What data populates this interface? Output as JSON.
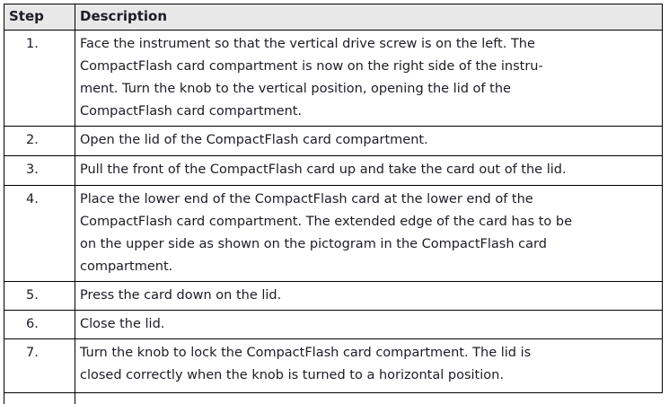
{
  "colors": {
    "header_bg": "#e8e8e8",
    "border": "#000000",
    "text": "#1c1c26"
  },
  "table": {
    "header": {
      "step": "Step",
      "description": "Description"
    },
    "rows": [
      {
        "step": "1.",
        "description": "Face the instrument so that the vertical drive screw is on the left. The\nCompactFlash card compartment is now on the right side of the instru-\nment. Turn the knob to the vertical position, opening the lid of the\nCompactFlash card compartment."
      },
      {
        "step": "2.",
        "description": "Open the lid of the CompactFlash card compartment."
      },
      {
        "step": "3.",
        "description": "Pull the front of the CompactFlash card up and take the card out of the lid."
      },
      {
        "step": "4.",
        "description": "Place the lower end of the CompactFlash card at the lower end of the\nCompactFlash card compartment. The extended edge of the card has to be\non the upper side as shown on the pictogram in the CompactFlash card\ncompartment."
      },
      {
        "step": "5.",
        "description": "Press the card down on the lid."
      },
      {
        "step": "6.",
        "description": "Close the lid."
      },
      {
        "step": "7.",
        "description": "Turn the knob to lock the CompactFlash card compartment. The lid is\nclosed correctly when the knob is turned to a horizontal position."
      }
    ]
  }
}
